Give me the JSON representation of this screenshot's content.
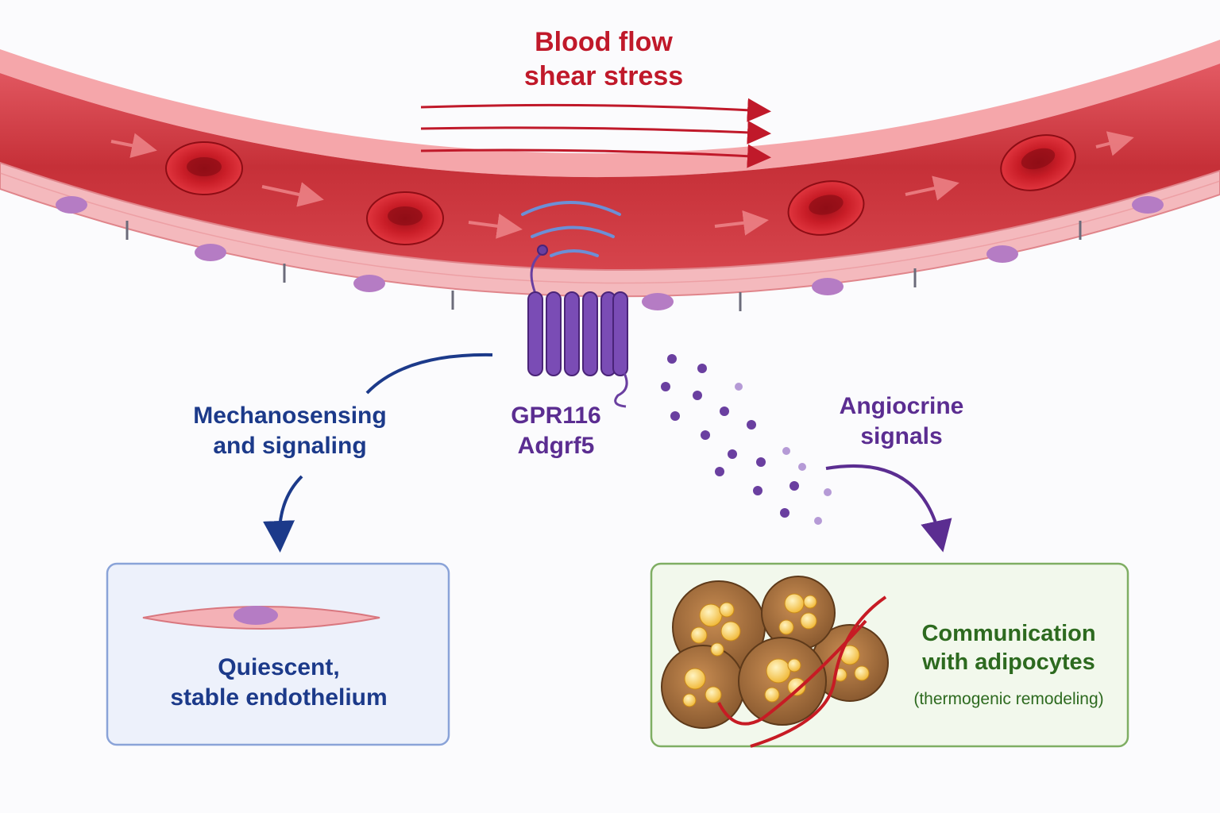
{
  "labels": {
    "blood_flow_line1": "Blood flow",
    "blood_flow_line2": "shear stress",
    "mechano_line1": "Mechanosensing",
    "mechano_line2": "and signaling",
    "receptor_line1": "GPR116",
    "receptor_line2": "Adgrf5",
    "angiocrine_line1": "Angiocrine",
    "angiocrine_line2": "signals",
    "quiescent_line1": "Quiescent,",
    "quiescent_line2": "stable endothelium",
    "adipocyte_line1": "Communication",
    "adipocyte_line2": "with adipocytes",
    "adipocyte_note": "(thermogenic remodeling)"
  },
  "colors": {
    "vessel": "#d9474f",
    "vessel_dark": "#b8262e",
    "endothelium": "#f4b9bd",
    "nucleus": "#b57cc4",
    "receptor": "#6a3fa0",
    "signal_blue": "#1c3a8a",
    "signal_purple": "#5b2d91",
    "adipocyte_box": "#2d6a1f",
    "quiescent_box": "#1c3a8a"
  }
}
